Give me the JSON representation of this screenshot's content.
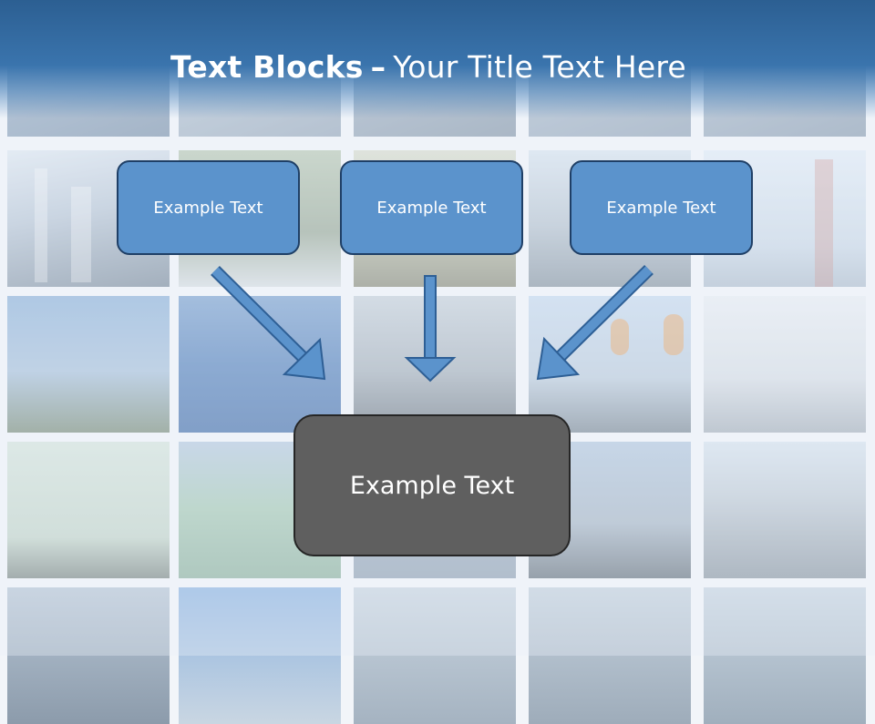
{
  "title": {
    "bold": "Text Blocks",
    "dash": "–",
    "rest": "Your Title Text Here"
  },
  "boxes": [
    {
      "label": "Example Text"
    },
    {
      "label": "Example Text"
    },
    {
      "label": "Example Text"
    }
  ],
  "center_box": {
    "label": "Example Text"
  },
  "colors": {
    "title_band": "#2c5f92",
    "box_fill": "#5b93cc",
    "box_border": "#1f3f66",
    "center_fill": "#5f5f5f",
    "arrow_fill": "#5b93cc"
  }
}
